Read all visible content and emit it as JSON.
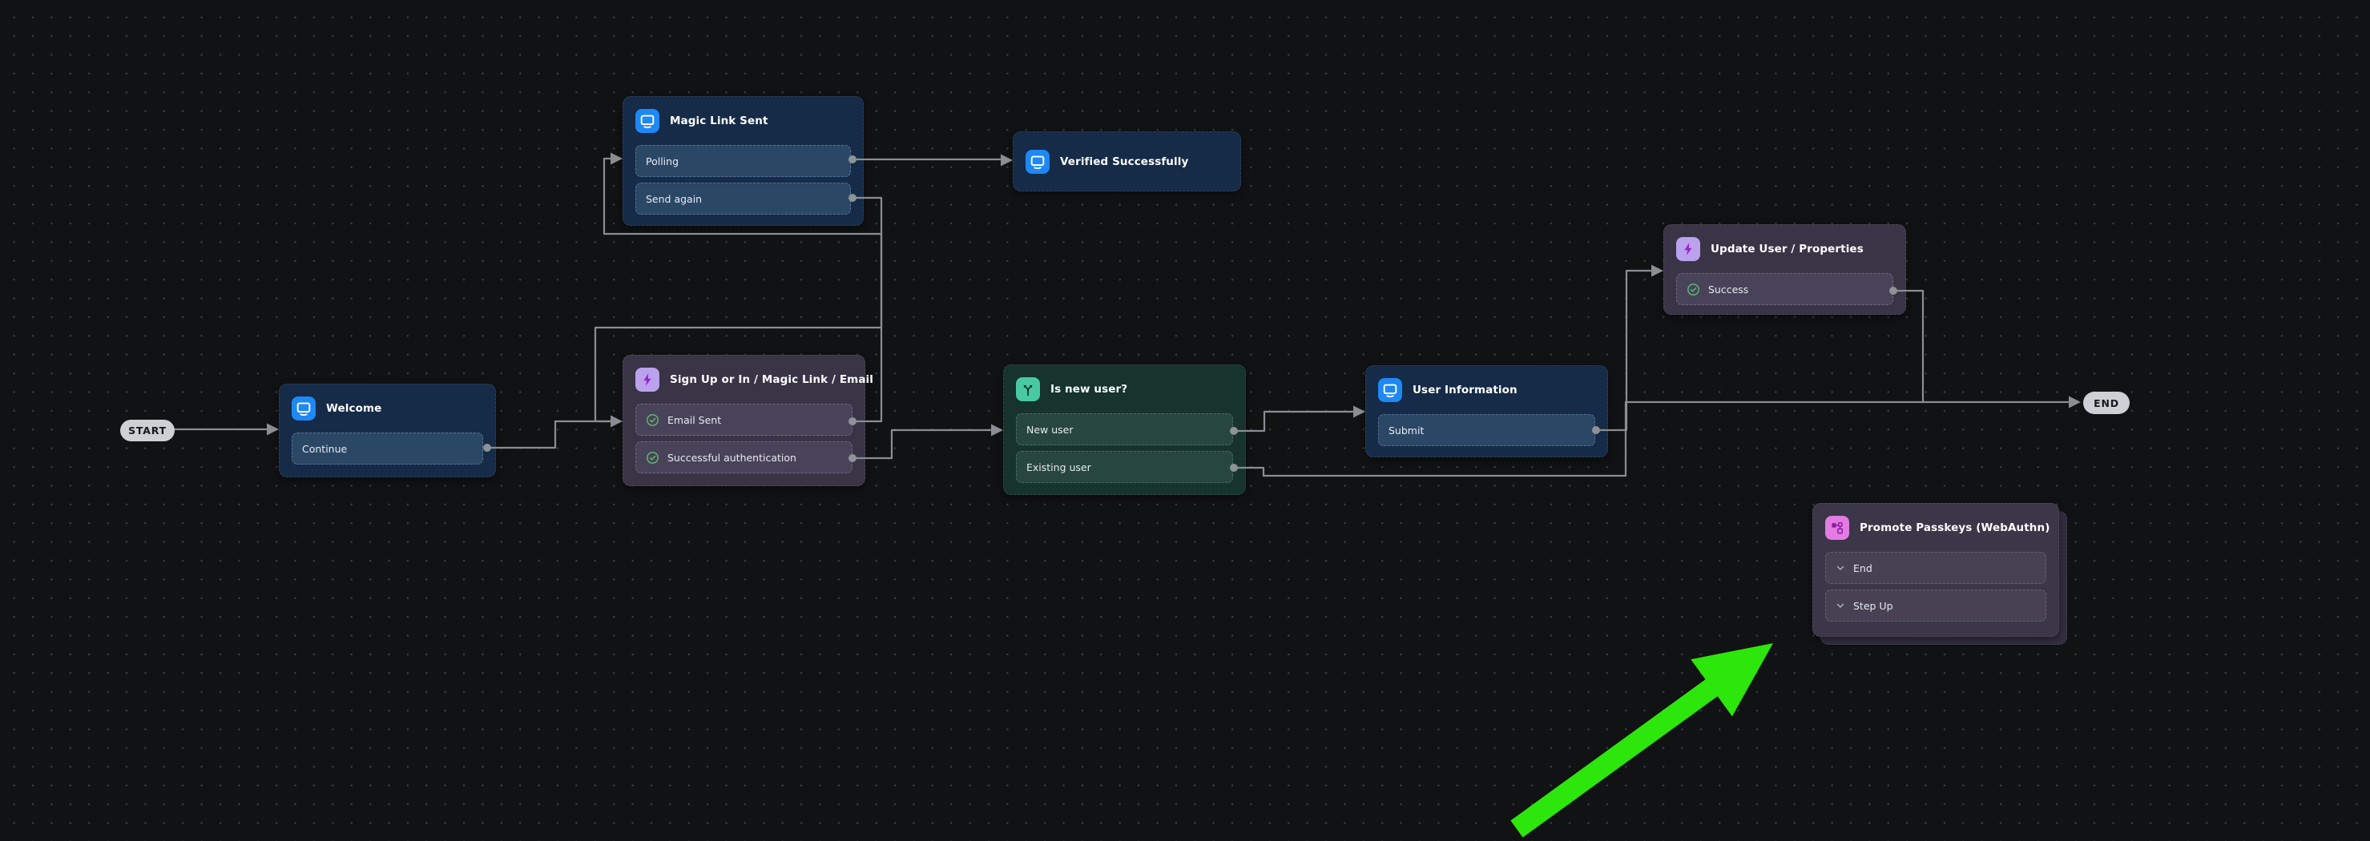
{
  "flow": {
    "start_label": "START",
    "end_label": "END",
    "nodes": {
      "welcome": {
        "title": "Welcome",
        "rows": {
          "continue": "Continue"
        }
      },
      "magic_link_sent": {
        "title": "Magic Link Sent",
        "rows": {
          "polling": "Polling",
          "send_again": "Send again"
        }
      },
      "verified": {
        "title": "Verified Successfully"
      },
      "sign_up_or_in": {
        "title": "Sign Up or In / Magic Link / Email",
        "rows": {
          "email_sent": "Email Sent",
          "successful_auth": "Successful authentication"
        }
      },
      "is_new_user": {
        "title": "Is new user?",
        "rows": {
          "new_user": "New user",
          "existing_user": "Existing user"
        }
      },
      "user_information": {
        "title": "User Information",
        "rows": {
          "submit": "Submit"
        }
      },
      "update_user": {
        "title": "Update User / Properties",
        "rows": {
          "success": "Success"
        }
      },
      "promote_passkeys": {
        "title": "Promote Passkeys (WebAuthn)",
        "rows": {
          "end": "End",
          "step_up": "Step Up"
        }
      }
    },
    "colors": {
      "canvas_bg": "#111214",
      "screen_node": "#152b47",
      "screen_icon": "#1e88f5",
      "action_node": "#393446",
      "action_icon": "#bba2ec",
      "action_glyph": "#9a22cc",
      "condition_node": "#16332d",
      "condition_icon": "#49c9a2",
      "connector_node": "#3b3648",
      "connector_icon": "#e47be3",
      "edge": "#8a8d91",
      "check": "#5cbe6e",
      "pill_bg": "#cdd0d4",
      "annotation_arrow": "#2de60c"
    }
  }
}
